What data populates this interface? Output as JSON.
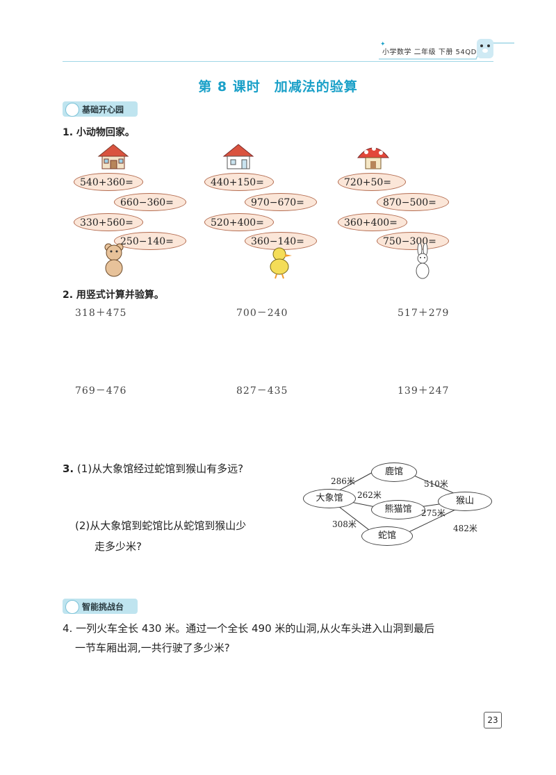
{
  "header": {
    "text": "小学数学 二年级 下册 54QD"
  },
  "page_title": "第 8 课时　加减法的验算",
  "section1": {
    "badge": "基础开心园"
  },
  "q1": {
    "title": "1. 小动物回家。",
    "groups": [
      {
        "house": "brown-house-icon",
        "animal": "bear-icon",
        "items": [
          "540+360=",
          "660−360=",
          "330+560=",
          "250−140="
        ]
      },
      {
        "house": "red-house-icon",
        "animal": "duck-icon",
        "items": [
          "440+150=",
          "970−670=",
          "520+400=",
          "360−140="
        ]
      },
      {
        "house": "mushroom-house-icon",
        "animal": "rabbit-icon",
        "items": [
          "720+50=",
          "870−500=",
          "360+400=",
          "750−300="
        ]
      }
    ]
  },
  "q2": {
    "title": "2. 用竖式计算并验算。",
    "row1": [
      "318＋475",
      "700－240",
      "517＋279"
    ],
    "row2": [
      "769－476",
      "827－435",
      "139＋247"
    ]
  },
  "q3": {
    "number": "3.",
    "part1": "(1)从大象馆经过蛇馆到猴山有多远?",
    "part2_line1": "(2)从大象馆到蛇馆比从蛇馆到猴山少",
    "part2_line2": "走多少米?",
    "map": {
      "nodes": {
        "elephant": "大象馆",
        "deer": "鹿馆",
        "panda": "熊猫馆",
        "monkey": "猴山",
        "snake": "蛇馆"
      },
      "distances": {
        "elephant_deer": "286米",
        "elephant_panda": "262米",
        "deer_monkey": "510米",
        "panda_monkey": "275米",
        "elephant_snake": "308米",
        "snake_monkey": "482米"
      }
    }
  },
  "section2": {
    "badge": "智能挑战台"
  },
  "q4": {
    "line1": "4. 一列火车全长 430 米。通过一个全长 490 米的山洞,从火车头进入山洞到最后",
    "line2": "一节车厢出洞,一共行驶了多少米?"
  },
  "page_number": "23"
}
